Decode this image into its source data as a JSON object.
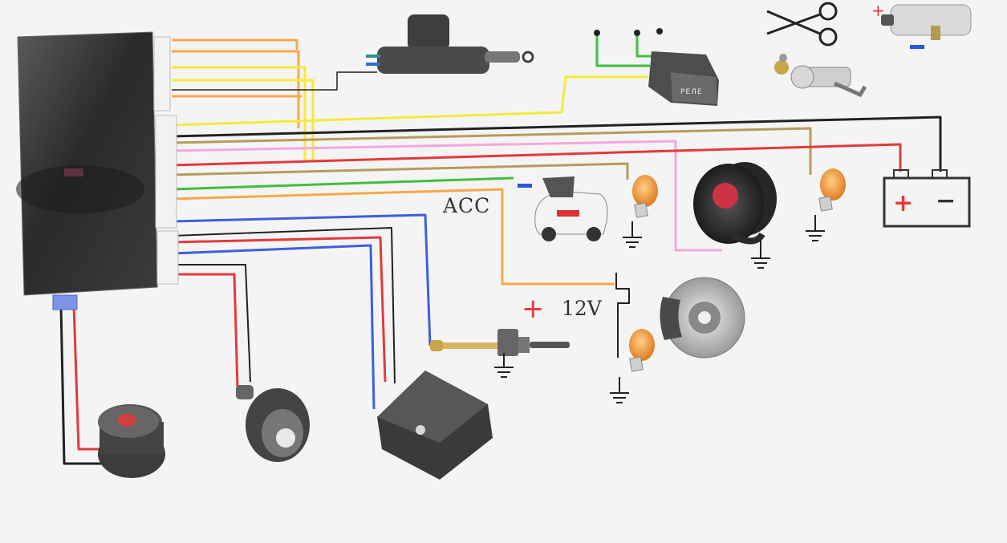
{
  "labels": {
    "acc": "ACC",
    "voltage": "12V",
    "relay": "РЕЛЕ",
    "plus": "+",
    "battery_plus": "+",
    "battery_minus": "−"
  },
  "colors": {
    "orange": "#f7a84a",
    "yellow": "#f5ea3a",
    "black": "#222222",
    "brown": "#b89a5a",
    "pink": "#f6a6dc",
    "red": "#e53939",
    "green": "#3fbf3f",
    "blue": "#3d5fe0",
    "plus_red": "#e53939",
    "minus_blue": "#2b57d6"
  },
  "components": [
    {
      "id": "control-unit",
      "icon": "alarm-control-unit-icon"
    },
    {
      "id": "door-lock-actuator",
      "icon": "door-lock-actuator-icon"
    },
    {
      "id": "relay",
      "icon": "relay-icon"
    },
    {
      "id": "scissors",
      "icon": "scissors-icon"
    },
    {
      "id": "ignition-coil",
      "icon": "ignition-coil-icon"
    },
    {
      "id": "ignition-lock",
      "icon": "ignition-lock-icon"
    },
    {
      "id": "battery",
      "icon": "battery-icon"
    },
    {
      "id": "trunk-car",
      "icon": "car-trunk-icon"
    },
    {
      "id": "siren",
      "icon": "siren-icon"
    },
    {
      "id": "turn-lamp-left",
      "icon": "bulb-icon"
    },
    {
      "id": "turn-lamp-right",
      "icon": "bulb-icon"
    },
    {
      "id": "brake-lamp",
      "icon": "bulb-icon"
    },
    {
      "id": "brake-disc",
      "icon": "brake-disc-icon"
    },
    {
      "id": "hood-switch",
      "icon": "limit-switch-icon"
    },
    {
      "id": "shock-sensor",
      "icon": "shock-sensor-icon"
    },
    {
      "id": "led-indicator",
      "icon": "led-indicator-icon"
    },
    {
      "id": "valet-button",
      "icon": "valet-button-icon"
    }
  ]
}
